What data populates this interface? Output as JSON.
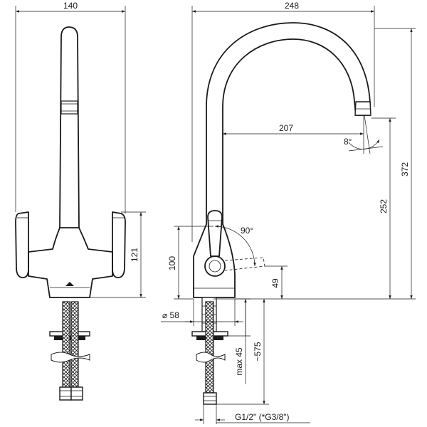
{
  "dimensions": {
    "front_width": "140",
    "side_reach": "248",
    "spout_reach": "207",
    "spout_angle": "8°",
    "total_height": "372",
    "spout_height": "252",
    "lever_height": "121",
    "body_height": "100",
    "lever_angle": "90°",
    "lever_lower": "49",
    "base_diameter": "⌀ 58",
    "max_thickness": "max 45",
    "hose_length": "~575",
    "thread": "G1/2\" (*G3/8\")"
  },
  "colors": {
    "line": "#1a1a1a",
    "background": "#ffffff"
  }
}
